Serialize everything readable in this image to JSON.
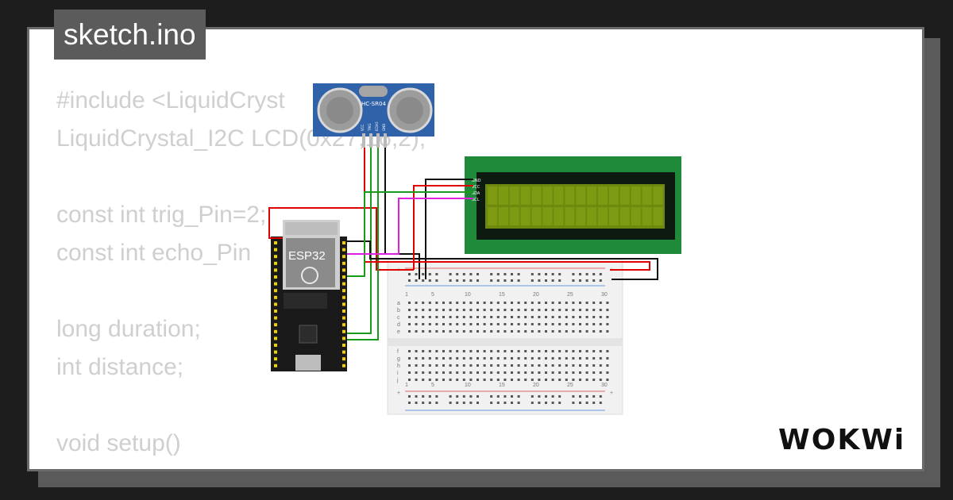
{
  "tab": {
    "filename": "sketch.ino"
  },
  "code_lines": [
    "#include <LiquidCryst",
    "LiquidCrystal_I2C LCD(0x27,16,2);",
    "",
    "const int trig_Pin=2;",
    "const int echo_Pin",
    "",
    "long duration;",
    "int distance;",
    "",
    "void setup()",
    "{"
  ],
  "components": {
    "sensor": {
      "label": "HC-SR04",
      "pins": [
        "VCC",
        "TRIG",
        "ECHO",
        "GND"
      ]
    },
    "mcu": {
      "label": "ESP32"
    },
    "lcd": {
      "pins": [
        "GND",
        "VCC",
        "SDA",
        "SCL"
      ]
    },
    "breadboard": {
      "columns": [
        "1",
        "5",
        "10",
        "15",
        "20",
        "25",
        "30"
      ],
      "rows_top": [
        "a",
        "b",
        "c",
        "d",
        "e"
      ],
      "rows_bottom": [
        "f",
        "g",
        "h",
        "i",
        "j"
      ]
    }
  },
  "brand": {
    "logo_text": "WOKWi"
  },
  "colors": {
    "wire_red": "#e00000",
    "wire_black": "#111111",
    "wire_green": "#1a9a1a",
    "wire_magenta": "#e020e0",
    "lcd_board": "#1f8a3a",
    "lcd_screen": "#6e8a0e",
    "sensor_blue": "#2f62a8"
  }
}
